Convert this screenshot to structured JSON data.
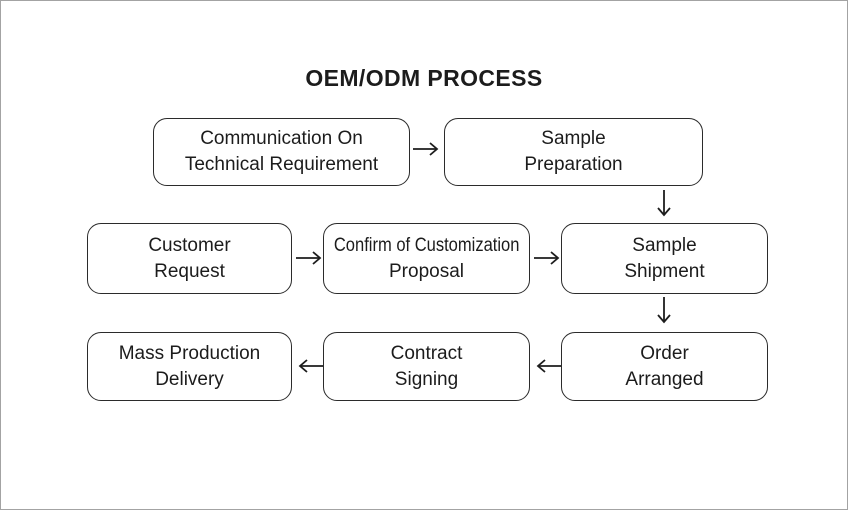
{
  "flowchart": {
    "title": "OEM/ODM PROCESS",
    "type": "flowchart",
    "nodes": [
      {
        "id": "communication-on-technical-requirement",
        "line1": "Communication On",
        "line2": "Technical Requirement"
      },
      {
        "id": "sample-preparation",
        "line1": "Sample",
        "line2": "Preparation"
      },
      {
        "id": "customer-request",
        "line1": "Customer",
        "line2": "Request"
      },
      {
        "id": "confirm-of-customization-proposal",
        "line1": "Confirm of Customization",
        "line2": "Proposal"
      },
      {
        "id": "sample-shipment",
        "line1": "Sample",
        "line2": "Shipment"
      },
      {
        "id": "mass-production-delivery",
        "line1": "Mass Production",
        "line2": "Delivery"
      },
      {
        "id": "contract-signing",
        "line1": "Contract",
        "line2": "Signing"
      },
      {
        "id": "order-arranged",
        "line1": "Order",
        "line2": "Arranged"
      }
    ],
    "edges": [
      {
        "from": "communication-on-technical-requirement",
        "to": "sample-preparation",
        "direction": "right"
      },
      {
        "from": "sample-preparation",
        "to": "sample-shipment",
        "direction": "down"
      },
      {
        "from": "customer-request",
        "to": "confirm-of-customization-proposal",
        "direction": "right"
      },
      {
        "from": "confirm-of-customization-proposal",
        "to": "sample-shipment",
        "direction": "right"
      },
      {
        "from": "sample-shipment",
        "to": "order-arranged",
        "direction": "down"
      },
      {
        "from": "order-arranged",
        "to": "contract-signing",
        "direction": "left"
      },
      {
        "from": "contract-signing",
        "to": "mass-production-delivery",
        "direction": "left"
      }
    ]
  },
  "colors": {
    "background": "#ffffff",
    "frame_border": "#a3a3a3",
    "box_border": "#2b2b2b",
    "text": "#1c1c1c",
    "arrow": "#1d1d1d"
  }
}
